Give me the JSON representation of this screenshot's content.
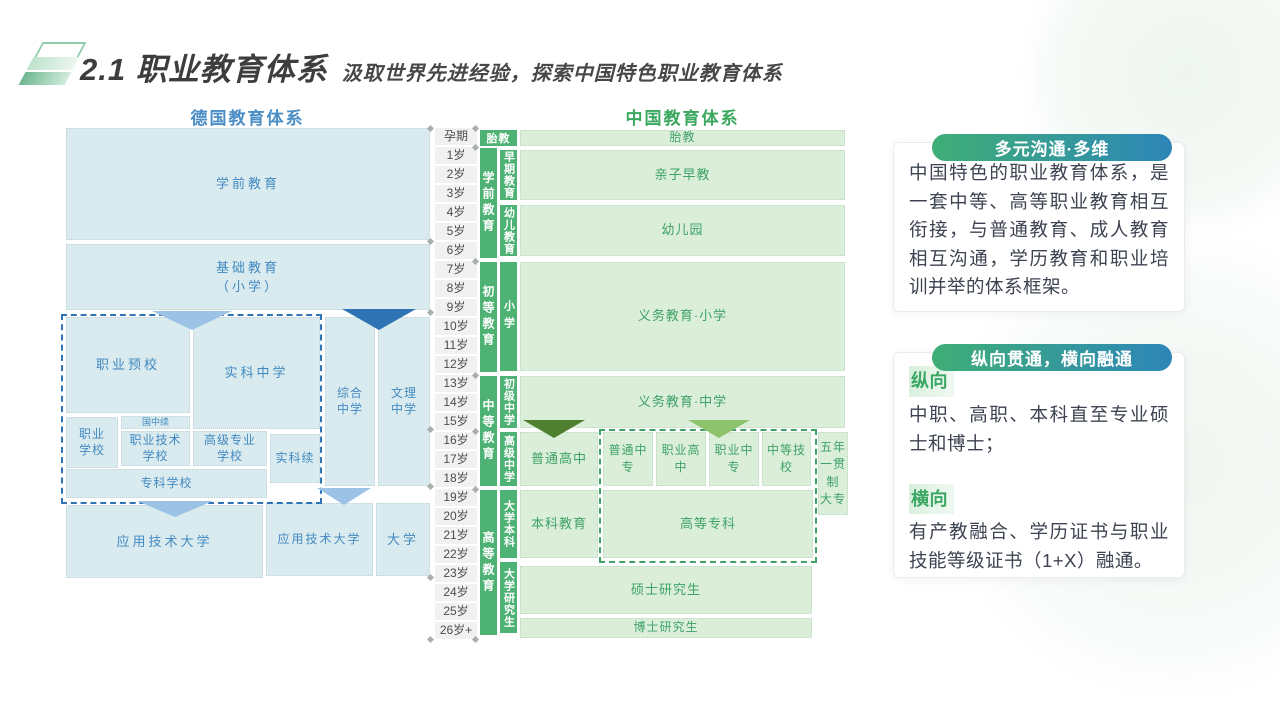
{
  "slide": {
    "title": "2.1 职业教育体系",
    "subtitle": "汲取世界先进经验，探索中国特色职业教育体系"
  },
  "german": {
    "title": "德国教育体系",
    "preschool": "学前教育",
    "primary": "基础教育\n（小学）",
    "vocational_pre": "职业预校",
    "realschule": "实科中学",
    "comprehensive": "综合\n中学",
    "gymnasium": "文理\n中学",
    "vocational_school": "职业\n学校",
    "continuation": "国中续",
    "vocational_tech": "职业技术\n学校",
    "senior_professional": "高级专业\n学校",
    "realschule_cont": "实科续",
    "specialist_school": "专科学校",
    "applied_univ_left": "应用技术大学",
    "applied_univ_mid": "应用技术大学",
    "university": "大学"
  },
  "ages": [
    "孕期",
    "1岁",
    "2岁",
    "3岁",
    "4岁",
    "5岁",
    "6岁",
    "7岁",
    "8岁",
    "9岁",
    "10岁",
    "11岁",
    "12岁",
    "13岁",
    "14岁",
    "15岁",
    "16岁",
    "17岁",
    "18岁",
    "19岁",
    "20岁",
    "21岁",
    "22岁",
    "23岁",
    "24岁",
    "25岁",
    "26岁+"
  ],
  "china": {
    "title": "中国教育体系",
    "bars": {
      "taijiao": "胎教",
      "preschool": "学前教育",
      "primary": "初等教育",
      "secondary": "中等教育",
      "higher": "高等教育",
      "early": "早期教育",
      "kindergarten_stage": "幼儿教育",
      "xiaoxue": "小学",
      "junior_middle": "初级中学",
      "senior_middle": "高级中学",
      "undergraduate": "大学本科",
      "postgraduate": "大学研究生"
    },
    "boxes": {
      "taijiao": "胎教",
      "qinzi": "亲子早教",
      "kindergarten": "幼儿园",
      "compulsory_primary": "义务教育·小学",
      "compulsory_middle": "义务教育·中学",
      "general_high": "普通高中",
      "general_secondary": "普通中专",
      "vocational_high": "职业高中",
      "vocational_secondary": "职业中专",
      "technical_school": "中等技校",
      "five_year": "五年\n一贯\n制\n大专",
      "undergraduate_edu": "本科教育",
      "higher_vocational": "高等专科",
      "master": "硕士研究生",
      "doctor": "博士研究生"
    }
  },
  "cards": [
    {
      "header": "多元沟通·多维",
      "body": "中国特色的职业教育体系，是一套中等、高等职业教育相互衔接，与普通教育、成人教育相互沟通，学历教育和职业培训并举的体系框架。"
    },
    {
      "header": "纵向贯通，横向融通",
      "v_label": "纵向",
      "v_text": "中职、高职、本科直至专业硕士和博士；",
      "h_label": "横向",
      "h_text": "有产教融合、学历证书与职业技能等级证书（1+X）融通。"
    }
  ],
  "colors": {
    "german_accent": "#4a8ec5",
    "german_fill": "#d9ebee",
    "china_accent": "#3aa85e",
    "china_fill": "#daeeda",
    "bar_green": "#4db273",
    "arrow_blue_light": "#9cc3e6",
    "arrow_blue_dark": "#2e74b5",
    "arrow_green_dark": "#4e8030",
    "arrow_green_light": "#8ec36d",
    "pill_gradient_start": "#3fae76",
    "pill_gradient_end": "#2d86b8"
  }
}
